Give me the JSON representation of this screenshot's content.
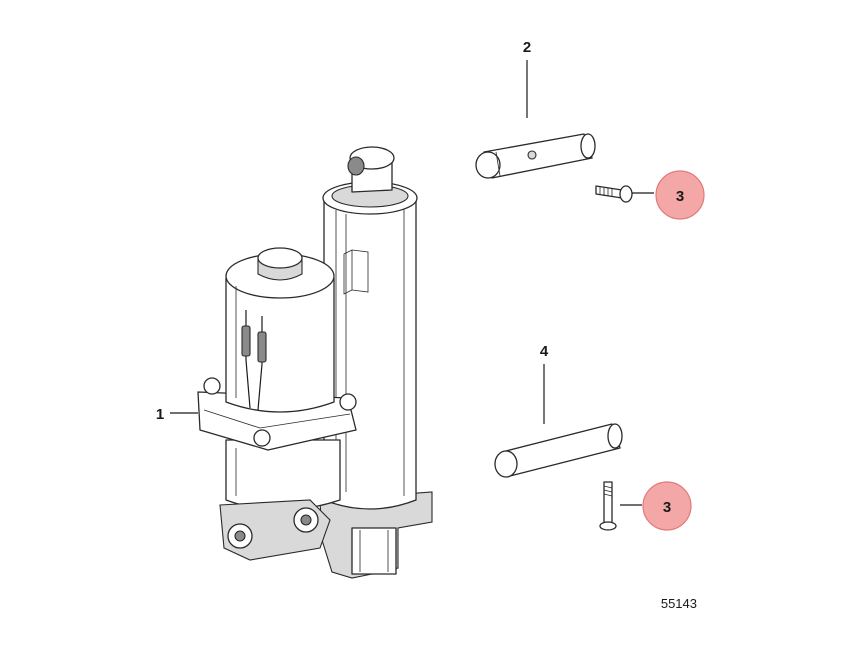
{
  "callouts": {
    "c1": "1",
    "c2": "2",
    "c3a": "3",
    "c3b": "3",
    "c4": "4"
  },
  "figure_number": "55143",
  "colors": {
    "highlight_fill": "#f4a7a7",
    "highlight_stroke": "#e07b7b",
    "line": "#1a1a1a",
    "shade": "#d9d9d9"
  }
}
